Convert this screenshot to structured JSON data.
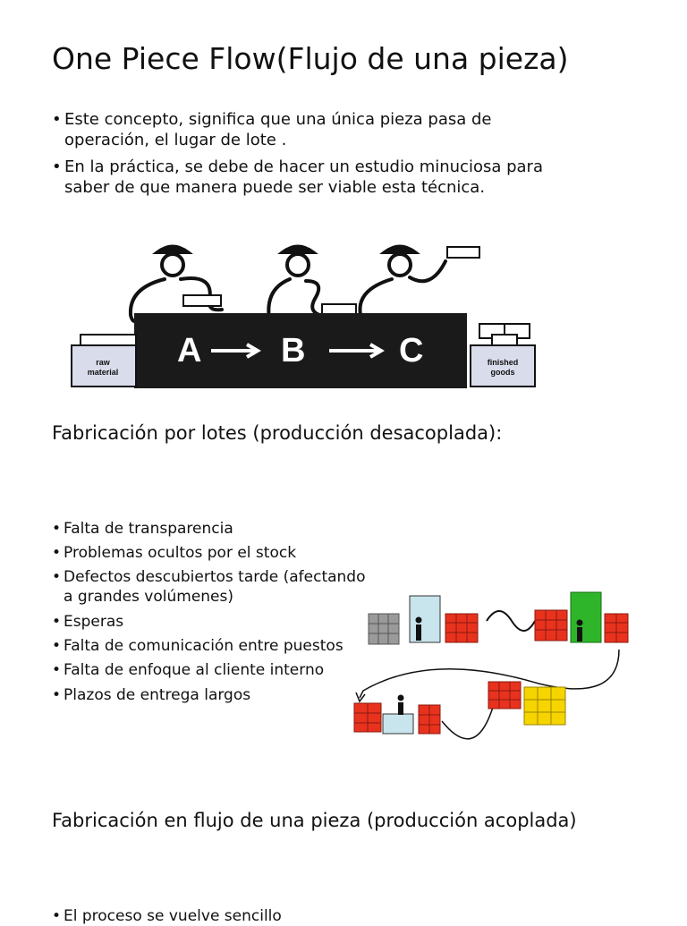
{
  "title": "One Piece Flow(Flujo de una pieza)",
  "intro_bullets": [
    {
      "line1": "Este concepto, significa que una  única pieza pasa  de",
      "line2": "operación, el lugar  de lote ."
    },
    {
      "line1": "En la práctica,  se debe de  hacer un estudio minuciosa para",
      "line2": " saber de que manera puede  ser viable esta  técnica."
    }
  ],
  "figure1": {
    "station_a": "A",
    "station_b": "B",
    "station_c": "C",
    "raw_line1": "raw",
    "raw_line2": "material",
    "fin_line1": "finished",
    "fin_line2": "goods"
  },
  "section_batch": {
    "heading": "Fabricación por lotes (producción desacoplada):",
    "items": [
      "Falta de transparencia",
      "Problemas ocultos por el stock",
      "Defectos descubiertos tarde (afectando",
      "a grandes volúmenes)",
      "Esperas",
      "Falta de comunicación entre puestos",
      "Falta de enfoque al cliente interno",
      "Plazos de entrega largos"
    ]
  },
  "section_flow": {
    "heading": "Fabricación en flujo de una pieza (producción acoplada)",
    "items": [
      "El proceso se vuelve sencillo"
    ]
  },
  "colors": {
    "text": "#111111",
    "belt": "#1a1a1a",
    "bin": "#d9dceb",
    "stock_red": "#e8321e",
    "machine_blue": "#c8e4ec",
    "machine_green": "#2fb52a",
    "stock_yellow": "#f6d400",
    "stock_grey": "#9a9a9a"
  }
}
